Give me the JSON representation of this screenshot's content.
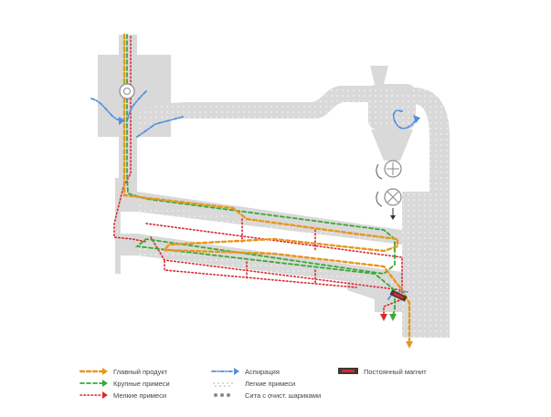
{
  "colors": {
    "structure": "#d9d9d9",
    "structure_dark": "#c8c8c8",
    "main_product": "#e8961e",
    "coarse_impurities": "#3aa935",
    "fine_impurities": "#d8282d",
    "aspiration": "#4f8fe0",
    "light_dots": "#bdbdbd",
    "ball_sieve": "#8a8a8a",
    "magnet_dark": "#3a3a3a",
    "magnet_red": "#d8282d"
  },
  "icons": {
    "rotary_valve": "rotary-valve-icon",
    "fan": "fan-icon",
    "magnet": "permanent-magnet-icon"
  },
  "legend": {
    "main_product": "Главный продукт",
    "coarse_impurities": "Крупные примеси",
    "fine_impurities": "Мелкие примеси",
    "aspiration": "Аспирация",
    "light_impurities": "Легкие примеси",
    "ball_sieves": "Сита с очист. шариками",
    "magnet": "Постоянный магнит"
  }
}
